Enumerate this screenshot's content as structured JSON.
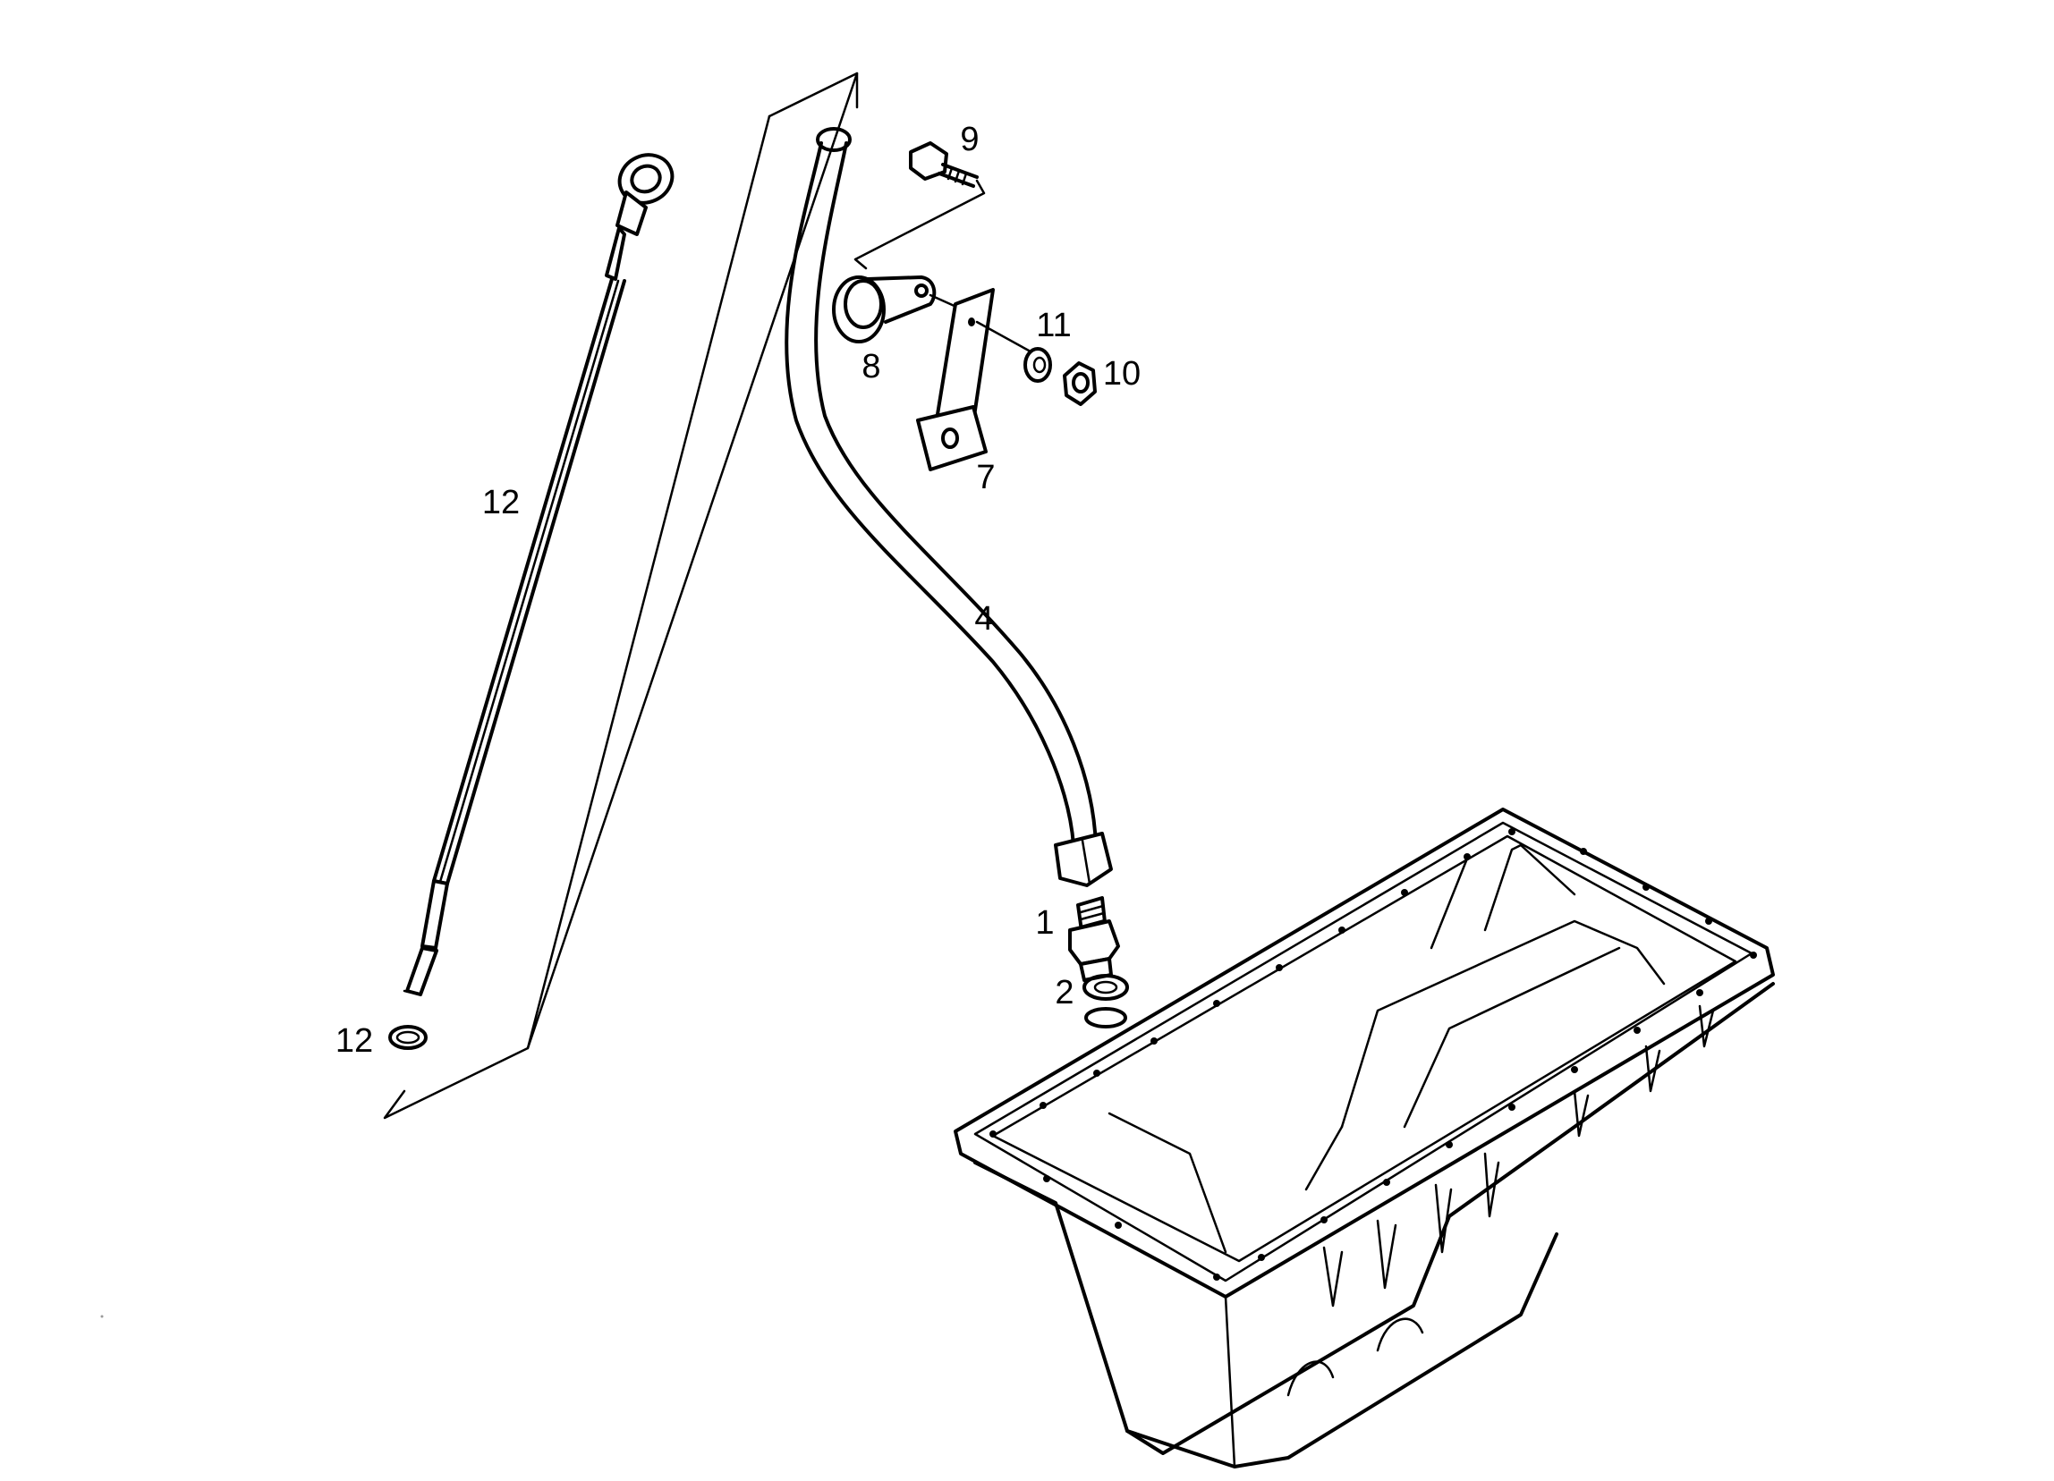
{
  "callouts": {
    "c1": "1",
    "c2": "2",
    "c4": "4",
    "c7": "7",
    "c8": "8",
    "c9": "9",
    "c10": "10",
    "c11": "11",
    "c12a": "12",
    "c12b": "12"
  },
  "parts": [
    {
      "id": "1",
      "name": "union-fitting"
    },
    {
      "id": "2",
      "name": "sealing-washer"
    },
    {
      "id": "4",
      "name": "oil-filler-tube"
    },
    {
      "id": "7",
      "name": "support-bracket"
    },
    {
      "id": "8",
      "name": "clamp"
    },
    {
      "id": "9",
      "name": "screw"
    },
    {
      "id": "10",
      "name": "nut"
    },
    {
      "id": "11",
      "name": "washer"
    },
    {
      "id": "12",
      "name": "dipstick"
    },
    {
      "id": "12",
      "name": "o-ring"
    },
    {
      "id": "",
      "name": "oil-sump"
    }
  ]
}
